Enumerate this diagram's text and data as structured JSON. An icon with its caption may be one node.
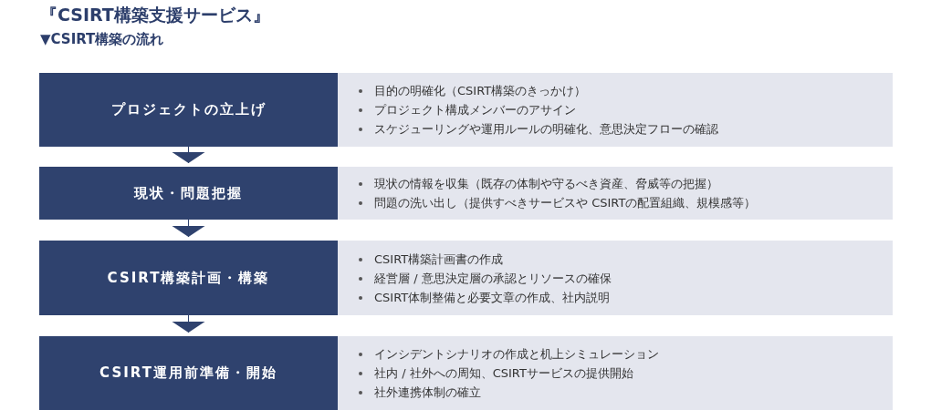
{
  "diagram": {
    "title": "『CSIRT構築支援サービス』",
    "nodes": [
      {
        "text": [
          "プロジェクトの立上げ"
        ]
      },
      {
        "text": [
          "目的の明確化（CSIRT構築のきっかけ）",
          "プロジェクト構成メンバーのアサイン",
          "スケジューリングや運用ルールの明確化、意思決定フローの確認"
        ]
      },
      {
        "text": [
          "現状・問題把握"
        ]
      },
      {
        "text": [
          "現状の情報を収集（既存の体制や守るべき資産、脅威等の把握）",
          "問題の洗い出し（提供すべきサービスや CSIRTの配置組織、規模感等）"
        ]
      },
      {
        "text": [
          "CSIRT構築計画・構築"
        ]
      },
      {
        "text": [
          "CSIRT構築計画書の作成",
          "経営層 / 意思決定層の承認とリソースの確保",
          "CSIRT体制整備と必要文章の作成、社内説明"
        ]
      },
      {
        "text": [
          "CSIRT運用前準備・開始"
        ]
      },
      {
        "text": [
          "インシデントシナリオの作成と机上シミュレーション",
          "社内 / 社外への周知、CSIRTサービスの提供開始",
          "社外連携体制の確立"
        ]
      }
    ],
    "edges": [
      {
        "from": 0,
        "to": 2,
        "arrow": "to"
      },
      {
        "from": 2,
        "to": 4,
        "arrow": "to"
      },
      {
        "from": 4,
        "to": 6,
        "arrow": "to"
      }
    ],
    "labels": [
      "▼CSIRT構築の流れ"
    ]
  }
}
